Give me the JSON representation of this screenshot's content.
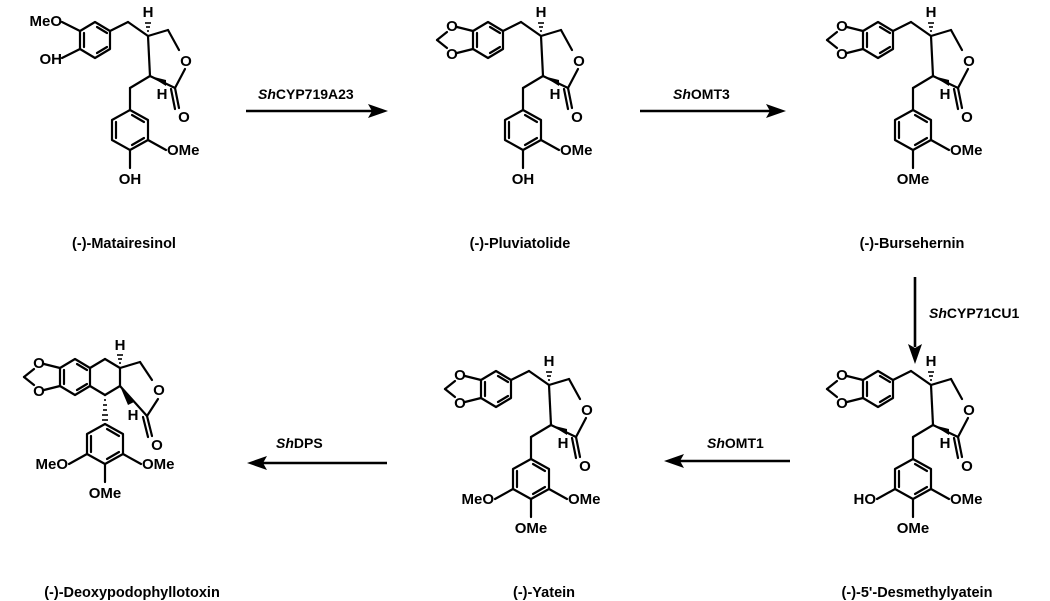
{
  "compounds": [
    {
      "name": "(-)-Matairesinol"
    },
    {
      "name": "(-)-Pluviatolide"
    },
    {
      "name": "(-)-Bursehernin"
    },
    {
      "name": "(-)-5'-Desmethylyatein"
    },
    {
      "name": "(-)-Yatein"
    },
    {
      "name": "(-)-Deoxypodophyllotoxin"
    }
  ],
  "enzymes": [
    {
      "prefix": "Sh",
      "rest": "CYP719A23"
    },
    {
      "prefix": "Sh",
      "rest": "OMT3"
    },
    {
      "prefix": "Sh",
      "rest": "CYP71CU1"
    },
    {
      "prefix": "Sh",
      "rest": "OMT1"
    },
    {
      "prefix": "Sh",
      "rest": "DPS"
    }
  ],
  "atoms": {
    "meo": "MeO",
    "ome": "OMe",
    "oh": "OH",
    "ho": "HO",
    "o": "O",
    "h": "H"
  }
}
